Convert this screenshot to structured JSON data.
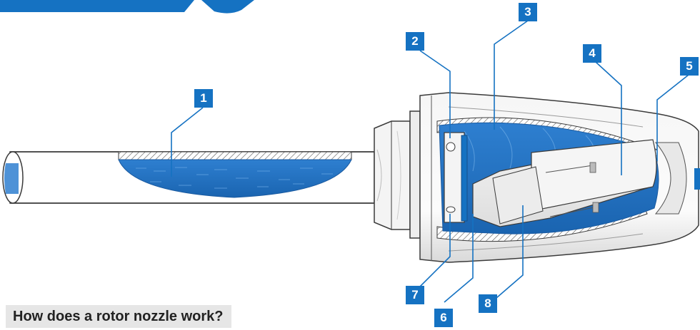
{
  "caption": "How does a rotor nozzle work?",
  "callouts": [
    "1",
    "2",
    "3",
    "4",
    "5",
    "6",
    "7",
    "8"
  ],
  "colors": {
    "accent_blue": "#1572c2",
    "water_blue": "#3f8fd6",
    "water_dark": "#1a64b0",
    "outline": "#3a3a3a",
    "housing_fill": "#f2f2f2",
    "caption_bg": "#e6e6e6"
  }
}
